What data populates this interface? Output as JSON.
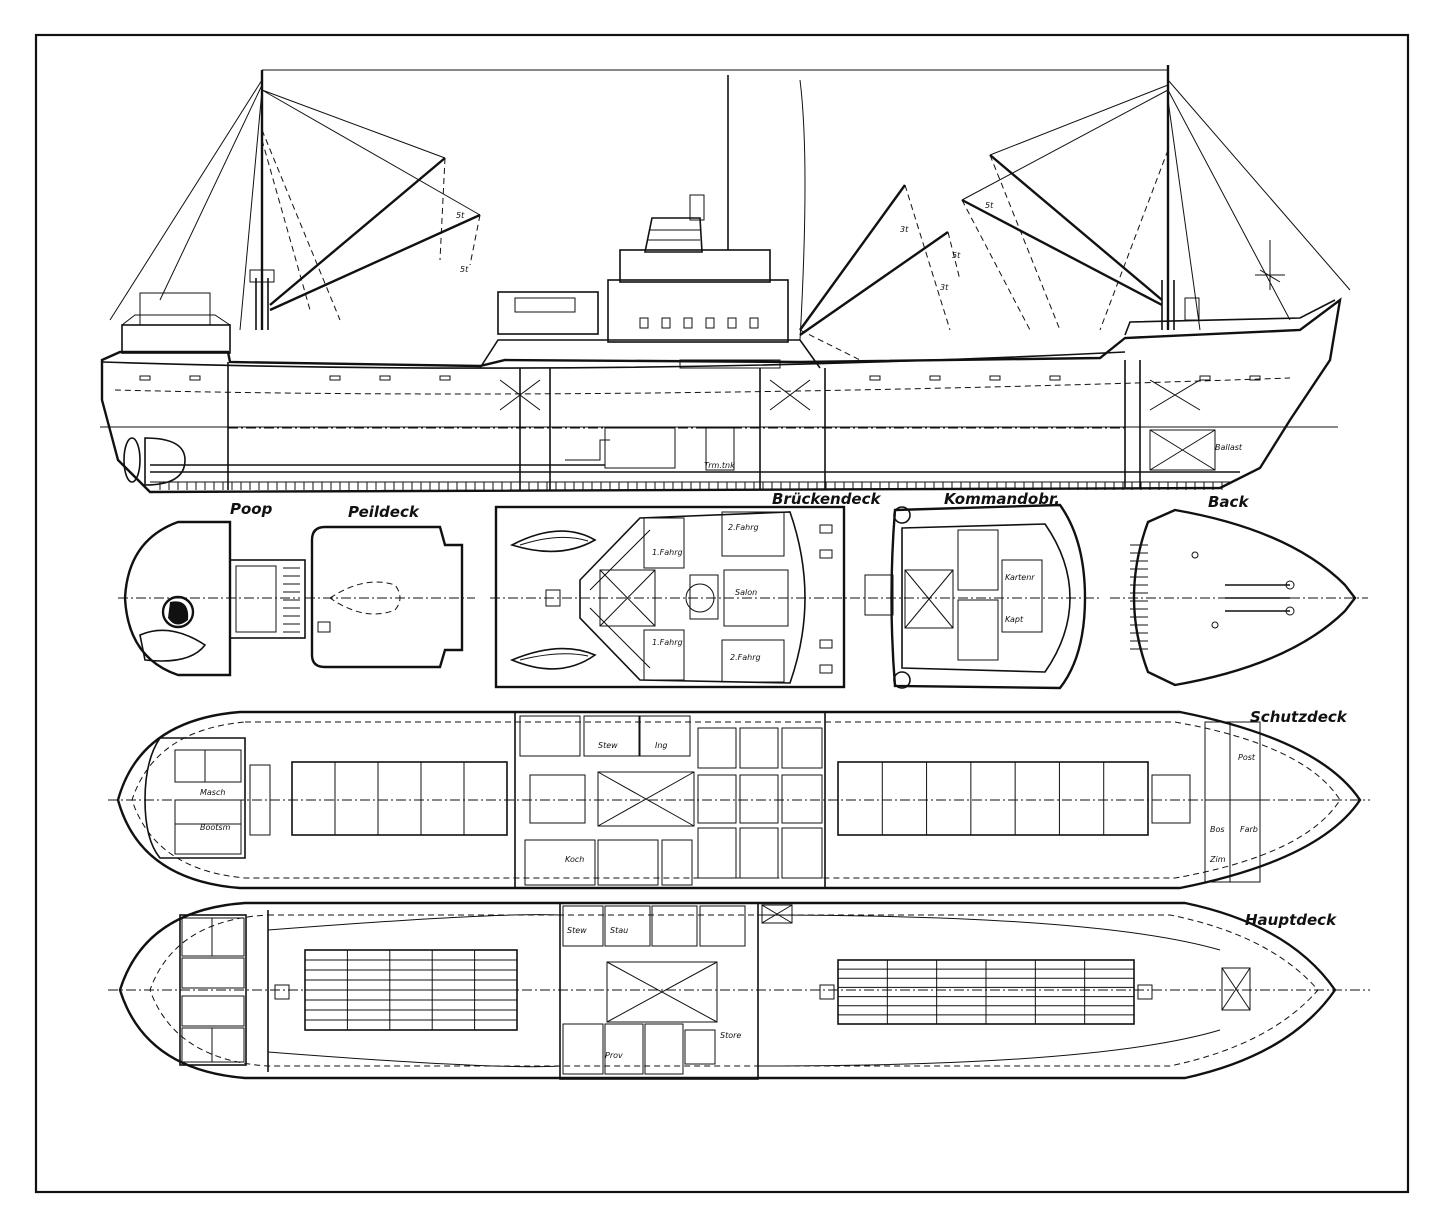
{
  "labels": {
    "poop": "Poop",
    "peildeck": "Peildeck",
    "brueckendeck": "Brückendeck",
    "kommandobr": "Kommandobr.",
    "back": "Back",
    "schutzdeck": "Schutzdeck",
    "hauptdeck": "Hauptdeck"
  },
  "profile_marks": {
    "derrick_5t_a": "5t",
    "derrick_5t_b": "5t",
    "derrick_3t_a": "3t",
    "derrick_5t_c": "5t",
    "derrick_3t_b": "3t",
    "derrick_5t_d": "5t",
    "trimmtank": "Trm.tnk",
    "ballast": "Ballast"
  },
  "room_labels": {
    "bd_fahrg_1": "2.Fahrg",
    "bd_fahrg_2": "1.Fahrg",
    "bd_salon": "Salon",
    "bd_fahrg_3": "2.Fahrg",
    "bd_fahrg_4": "1.Fahrg",
    "kb_kartenr": "Kartenr",
    "kb_kapt": "Kapt",
    "sd_ing": "Ing",
    "sd_koch": "Koch",
    "sd_steward": "Stew",
    "sd_bootsm": "Bootsm",
    "sd_masch": "Masch",
    "sd_post": "Post",
    "sd_bos": "Bos",
    "sd_farb": "Farb",
    "sd_zim": "Zim",
    "hd_stew": "Stew",
    "hd_stau": "Stau",
    "hd_prov": "Prov",
    "hd_store": "Store"
  }
}
